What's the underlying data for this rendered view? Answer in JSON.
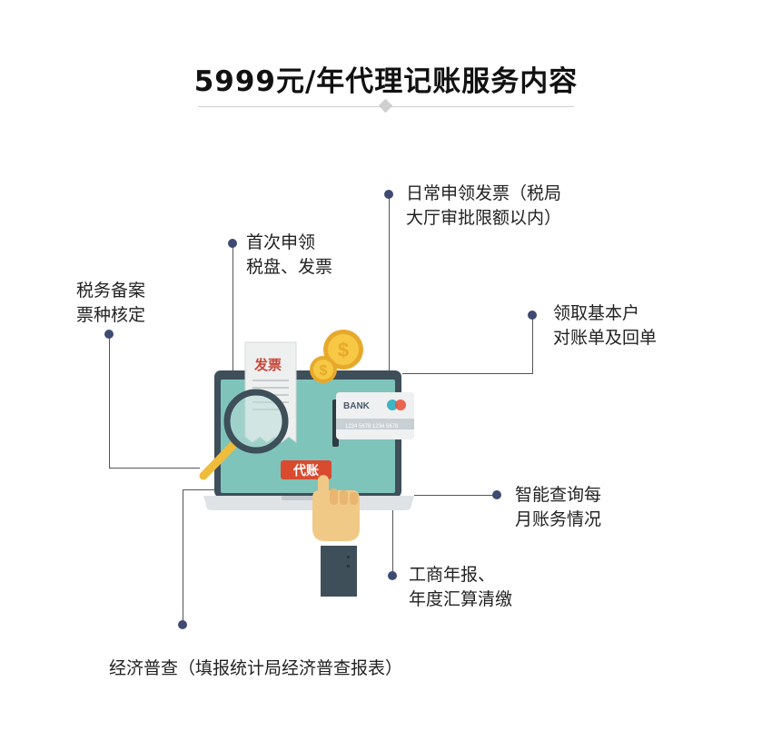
{
  "title": "5999元/年代理记账服务内容",
  "items": {
    "daily_invoice": {
      "line1": "日常申领发票（税局",
      "line2": "大厅审批限额以内）"
    },
    "first_apply": {
      "line1": "首次申领",
      "line2": "税盘、发票"
    },
    "tax_filing": {
      "line1": "税务备案",
      "line2": "票种核定"
    },
    "bank_account": {
      "line1": "领取基本户",
      "line2": "对账单及回单"
    },
    "monthly_report": {
      "line1": "智能查询每",
      "line2": "月账务情况"
    },
    "annual_report": {
      "line1": "工商年报、",
      "line2": "年度汇算清缴"
    },
    "census": {
      "line1": "经济普查（填报统计局经济普查报表）"
    }
  },
  "illustration": {
    "invoice_label": "发票",
    "bank_label": "BANK",
    "card_number": "1234 5678 1234 5678",
    "bookkeeping_button": "代账"
  },
  "colors": {
    "dot": "#3f4a72",
    "line": "#555555",
    "screen": "#7fc4bb",
    "frame": "#3e4f59",
    "coin": "#f3c337",
    "stamp": "#d94a2f"
  }
}
